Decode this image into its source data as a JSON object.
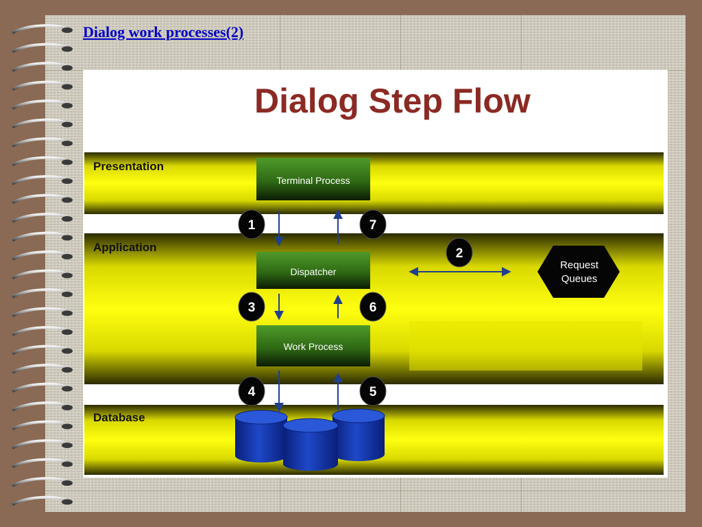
{
  "slide_title": "Dialog work processes(2)",
  "diagram": {
    "heading": "Dialog Step Flow",
    "lanes": {
      "presentation": "Presentation",
      "application": "Application",
      "database": "Database"
    },
    "boxes": {
      "terminal": "Terminal Process",
      "dispatcher": "Dispatcher",
      "work": "Work Process"
    },
    "queue_label": [
      "Request",
      "Queues"
    ],
    "steps": [
      "1",
      "2",
      "3",
      "4",
      "5",
      "6",
      "7"
    ],
    "colors": {
      "heading": "#8b2a24",
      "lane": "#ffff00",
      "box": "#3a7a1a",
      "badge": "#000000",
      "arrow": "#1f3f8f",
      "db": "#1030a0",
      "link": "#0000cc"
    }
  }
}
